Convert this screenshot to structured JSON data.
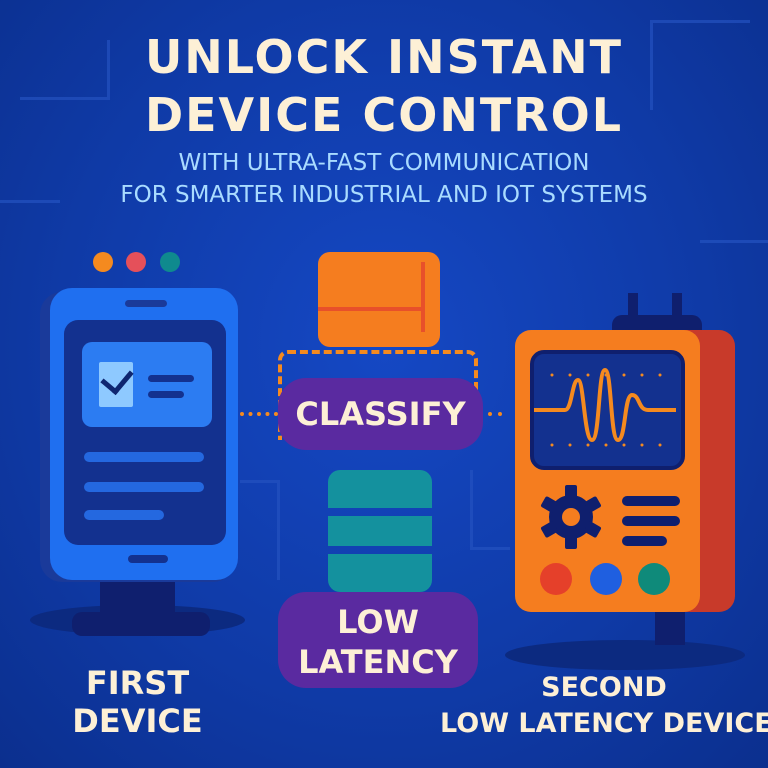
{
  "header": {
    "title_line1": "UNLOCK INSTANT",
    "title_line2": "DEVICE CONTROL",
    "subtitle_line1": "WITH ULTRA-FAST COMMUNICATION",
    "subtitle_line2": "FOR SMARTER INDUSTRIAL AND IOT SYSTEMS"
  },
  "center": {
    "classify_label": "CLASSIFY",
    "latency_line1": "LOW",
    "latency_line2": "LATENCY"
  },
  "devices": {
    "first_line1": "FIRST",
    "first_line2": "DEVICE",
    "second_line1": "SECOND",
    "second_line2": "LOW LATENCY DEVICE"
  },
  "colors": {
    "orange": "#f57d1f",
    "purple": "#5a2aa0",
    "teal": "#14919e",
    "blue": "#1f6ff0",
    "cream": "#fdf0d6"
  }
}
